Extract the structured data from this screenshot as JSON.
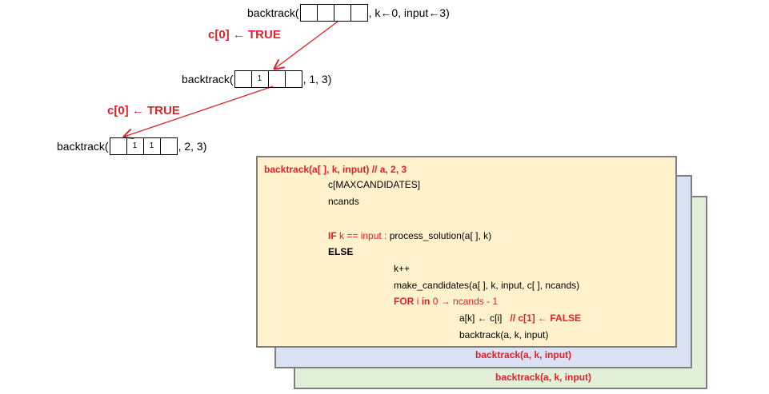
{
  "calls": [
    {
      "prefix": "backtrack(",
      "cells": [
        "",
        "",
        "",
        ""
      ],
      "suffix": ", k←0, input←3)"
    },
    {
      "prefix": "backtrack(",
      "cells": [
        "",
        "1",
        "",
        ""
      ],
      "suffix": ", 1, 3)"
    },
    {
      "prefix": "backtrack(",
      "cells": [
        "",
        "1",
        "1",
        ""
      ],
      "suffix": ", 2, 3)"
    }
  ],
  "assignments": [
    "c[0] ← TRUE",
    "c[0] ← TRUE"
  ],
  "colors": {
    "accent": "#d9242b",
    "front": "#fff2cc",
    "middle": "#d9e1f2",
    "back": "#e2efd9",
    "border": "#7f7f7f"
  },
  "code": {
    "header": "backtrack(a[ ], k, input)  // a, 2, 3",
    "line1": "c[MAXCANDIDATES]",
    "line2": "ncands",
    "if_kw": "IF",
    "if_cond": "k == input :",
    "if_body": "process_solution(a[ ], k)",
    "else_kw": "ELSE",
    "inc": "k++",
    "make": "make_candidates(a[ ], k, input, c[ ], ncands)",
    "for_kw": "FOR",
    "for_var": "i",
    "for_in": "in",
    "for_range": "0 → ncands - 1",
    "assign": "a[k] ← c[i]",
    "assign_comment": "// c[1] ← FALSE",
    "recurse": "backtrack(a, k, input)"
  },
  "stack_labels": [
    "backtrack(a, k, input)",
    "backtrack(a, k, input)"
  ]
}
